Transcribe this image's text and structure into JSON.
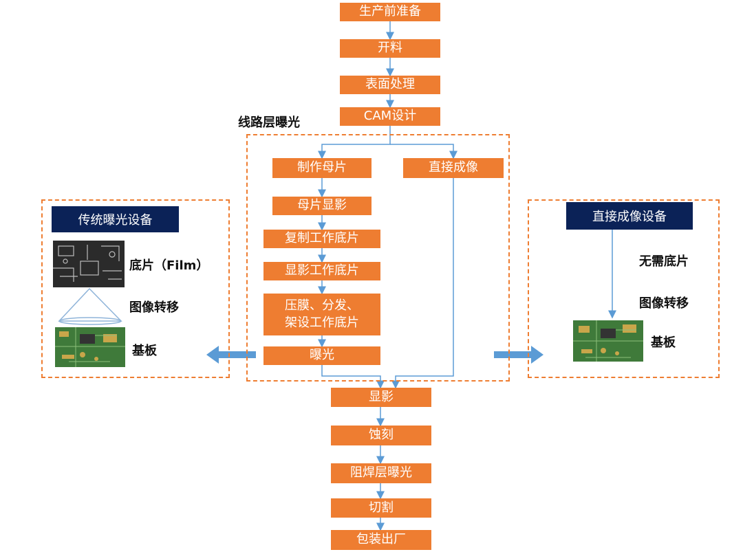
{
  "flow": {
    "main_top": [
      "生产前准备",
      "开料",
      "表面处理",
      "CAM设计"
    ],
    "group_title": "线路层曝光",
    "traditional_branch": [
      "制作母片",
      "母片显影",
      "复制工作底片",
      "显影工作底片",
      "压膜、分发、\n架设工作底片",
      "曝光"
    ],
    "direct_branch": "直接成像",
    "main_bottom": [
      "显影",
      "蚀刻",
      "阻焊层曝光",
      "切割",
      "包装出厂"
    ]
  },
  "left_panel": {
    "title": "传统曝光设备",
    "film_label": "底片（Film）",
    "transfer_label": "图像转移",
    "substrate_label": "基板"
  },
  "right_panel": {
    "title": "直接成像设备",
    "no_film_label": "无需底片",
    "transfer_label": "图像转移",
    "substrate_label": "基板"
  },
  "colors": {
    "box_fill": "#ee7d31",
    "box_text": "#ffffff",
    "connector": "#5b9bd5",
    "dashed_border": "#ee7d31",
    "panel_title_fill": "#0b2257"
  },
  "icons": [
    "arrow-left-icon",
    "arrow-right-icon",
    "film-image",
    "pcb-substrate-image",
    "projection-cone-icon"
  ]
}
